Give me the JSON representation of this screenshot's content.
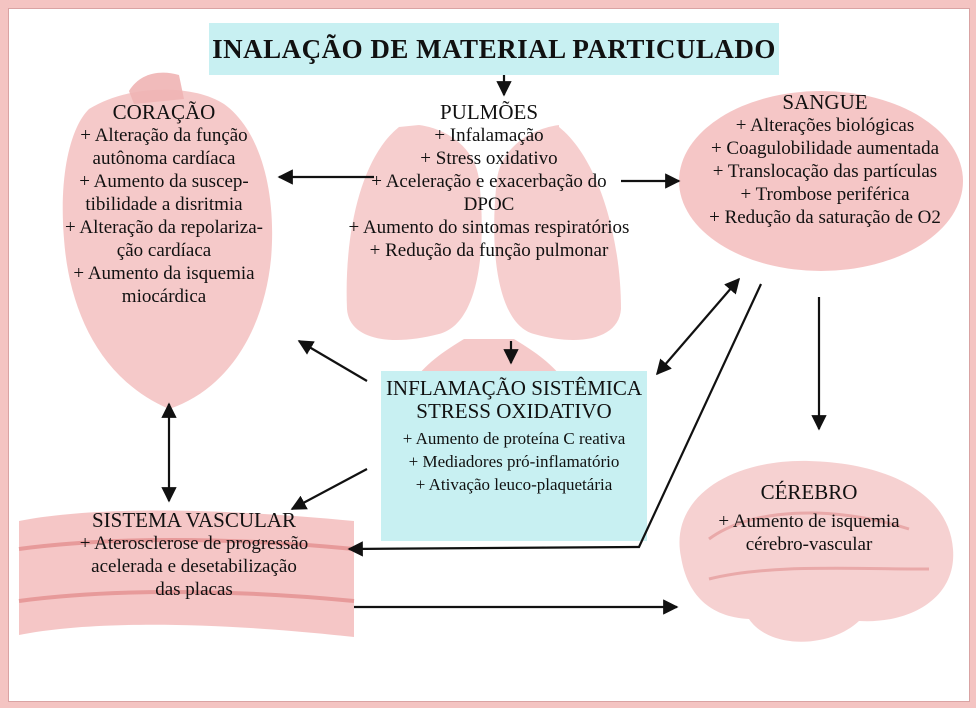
{
  "title": "INALAÇÃO DE MATERIAL PARTICULADO",
  "colors": {
    "box": "#c8f0f2",
    "organ": "#f2b9b9",
    "arrow": "#111111"
  },
  "pulmoes": {
    "heading": "PULMÕES",
    "lines": [
      "+ Infalamação",
      "+ Stress oxidativo",
      "+ Aceleração e exacerbação do",
      "DPOC",
      "+ Aumento do sintomas respiratórios",
      "+ Redução da função pulmonar"
    ]
  },
  "coracao": {
    "heading": "CORAÇÃO",
    "lines": [
      "+ Alteração da função",
      "autônoma cardíaca",
      "+ Aumento da suscep-",
      "tibilidade a disritmia",
      "+ Alteração da repolariza-",
      "ção cardíaca",
      "+ Aumento da isquemia",
      "miocárdica"
    ]
  },
  "sangue": {
    "heading": "SANGUE",
    "lines": [
      "+ Alterações biológicas",
      "+ Coagulobilidade aumentada",
      "+ Translocação das partículas",
      "+ Trombose periférica",
      "+ Redução da saturação de O2"
    ]
  },
  "inflamacao": {
    "heading1": "INFLAMAÇÃO SISTÊMICA",
    "heading2": "STRESS OXIDATIVO",
    "lines": [
      "+ Aumento de proteína C reativa",
      "+ Mediadores pró-inflamatório",
      "+ Ativação leuco-plaquetária"
    ]
  },
  "vascular": {
    "heading": "SISTEMA VASCULAR",
    "lines": [
      "+ Aterosclerose de progressão",
      "acelerada e desetabilização",
      "das placas"
    ]
  },
  "cerebro": {
    "heading": "CÉREBRO",
    "lines": [
      "+ Aumento de isquemia",
      "cérebro-vascular"
    ]
  }
}
